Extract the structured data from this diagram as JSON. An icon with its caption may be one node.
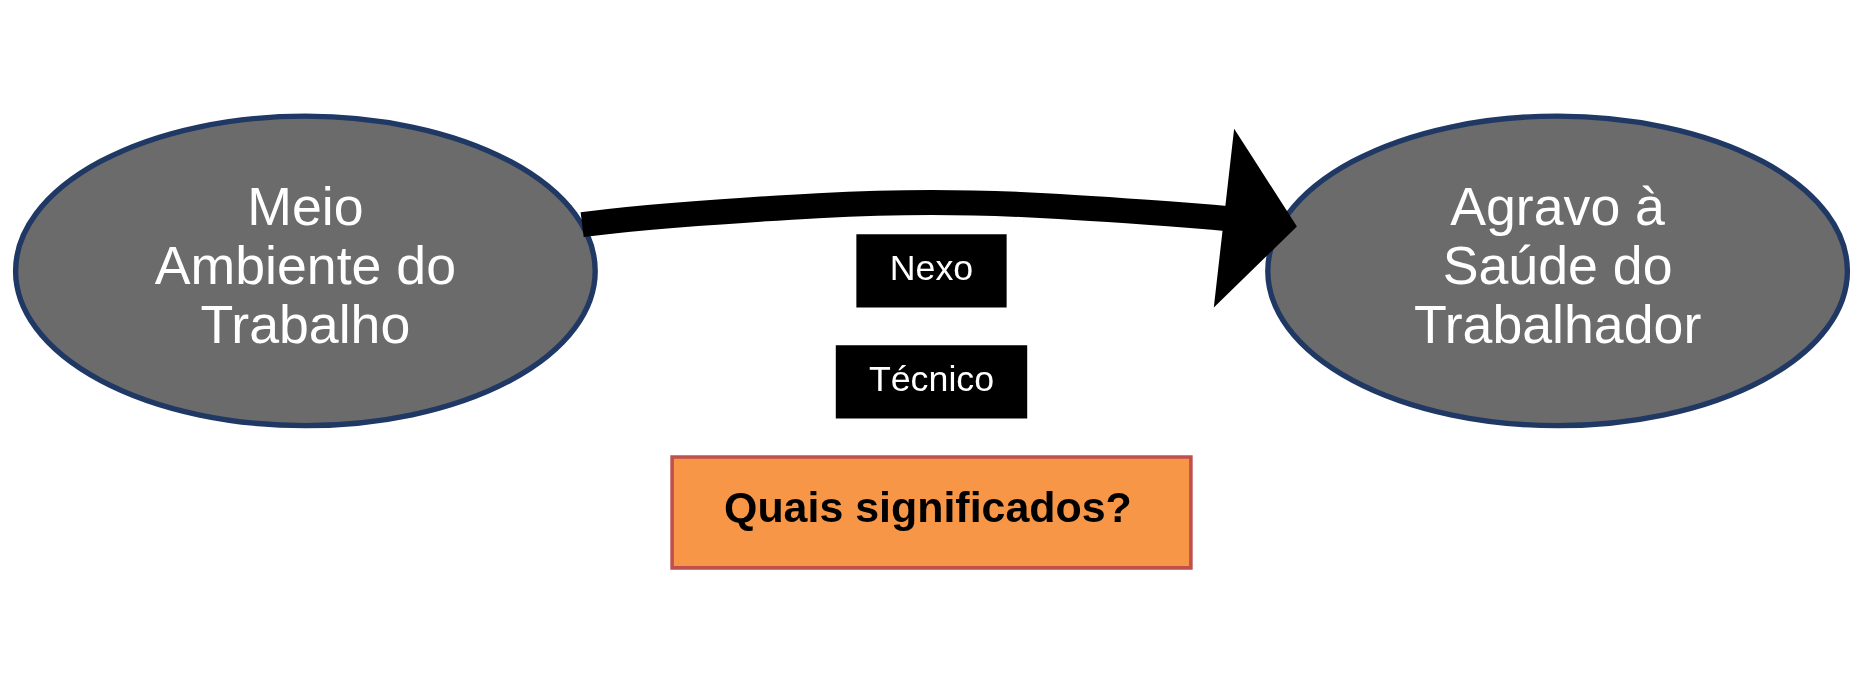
{
  "diagram": {
    "nodes": [
      {
        "text": [
          "Meio Ambiente do Trabalho"
        ]
      },
      {
        "text": [
          "Agravo à Saúde do Trabalhador"
        ]
      },
      {
        "text": [
          "Nexo"
        ]
      },
      {
        "text": [
          "Técnico"
        ]
      },
      {
        "text": [
          "Quais significados?"
        ]
      }
    ],
    "edges": [
      {
        "from": 0,
        "to": 1,
        "arrow": "to"
      }
    ]
  }
}
